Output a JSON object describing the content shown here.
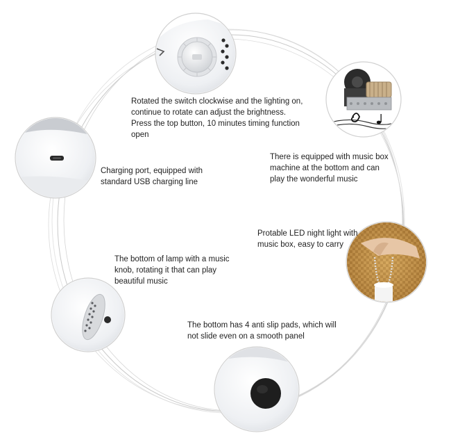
{
  "colors": {
    "ring": "#c9c9c9",
    "ring_shadow": "#e3e3e3",
    "caption_text": "#222222",
    "product_white": "#f1f2f4",
    "knob_grey": "#e6e7ea"
  },
  "features": [
    {
      "id": "switch",
      "icon": "rotary-switch",
      "text": "Rotated the switch clockwise and the lighting on, continue to rotate can adjust the brightness. Press the top button, 10 minutes timing function open"
    },
    {
      "id": "music-box",
      "icon": "music-box-mechanism",
      "text": "There is equipped with music box machine at the bottom and can play the wonderful music"
    },
    {
      "id": "charging",
      "icon": "usb-charging-port",
      "text": "Charging port, equipped with standard USB charging line"
    },
    {
      "id": "portable",
      "icon": "hand-carrying-lamp",
      "text": "Protable LED night light with music box, easy to carry"
    },
    {
      "id": "knob",
      "icon": "music-knob",
      "text": "The bottom of lamp with a music knob, rotating it that can play beautiful music"
    },
    {
      "id": "anti-slip",
      "icon": "anti-slip-pad",
      "text": "The bottom has 4 anti slip pads, which will not slide even on a smooth panel"
    }
  ]
}
